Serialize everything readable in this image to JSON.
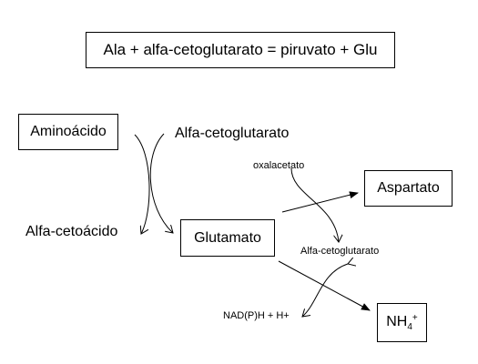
{
  "equation": "Ala + alfa-cetoglutarato = piruvato + Glu",
  "nodes": {
    "aminoacido": "Aminoácido",
    "glutamato": "Glutamato",
    "aspartato": "Aspartato",
    "nh4_base": "NH",
    "nh4_sub": "4",
    "nh4_sup": "+"
  },
  "labels": {
    "alfa_cetoglutarato_top": "Alfa-cetoglutarato",
    "alfa_cetoacido": "Alfa-cetoácido",
    "oxalacetato": "oxalacetato",
    "alfa_cetoglutarato_small": "Alfa-cetoglutarato",
    "nadph": "NAD(P)H + H+"
  }
}
